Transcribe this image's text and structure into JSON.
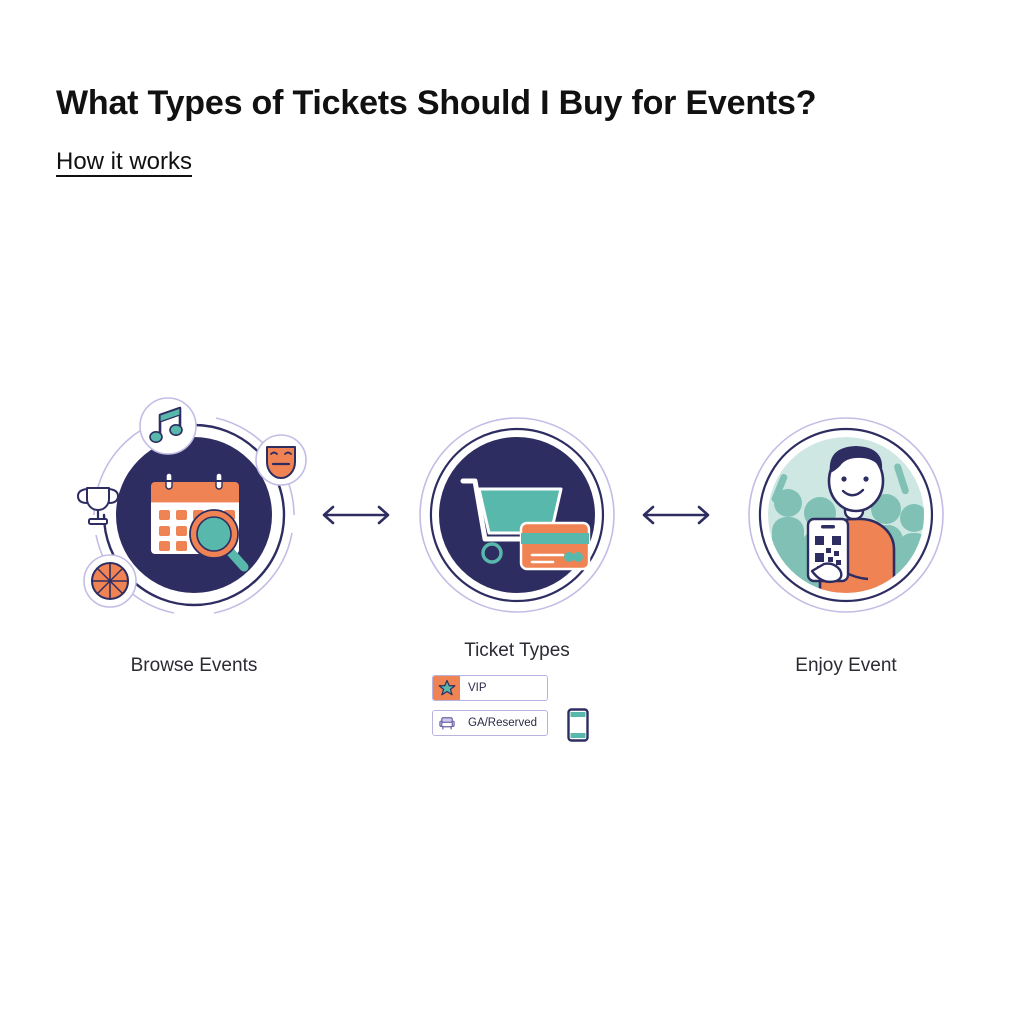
{
  "header": {
    "title": "What Types of Tickets Should I Buy for Events?",
    "subtitle": "How it works"
  },
  "theme": {
    "background": "#ffffff",
    "navy": "#2e2d62",
    "navy_dark": "#262552",
    "orange": "#ef8354",
    "teal": "#58b8ab",
    "teal_light": "#7fc9bd",
    "mint_bg": "#cfe7e2",
    "lavender": "#b9b3e0",
    "text": "#2b2b33"
  },
  "steps": [
    {
      "id": "browse-events",
      "label": "Browse Events",
      "main_icon": "calendar-search-icon",
      "satellites": [
        {
          "name": "music-note-icon",
          "label": "music"
        },
        {
          "name": "theater-mask-icon",
          "label": "theater"
        },
        {
          "name": "trophy-icon",
          "label": "sports trophy"
        },
        {
          "name": "basketball-icon",
          "label": "basketball"
        }
      ]
    },
    {
      "id": "ticket-types",
      "label": "Ticket Types",
      "main_icon": "cart-credit-card-icon",
      "ticket_types": [
        {
          "name": "vip",
          "label": "VIP",
          "icon": "star-icon",
          "icon_bg": "#ef8354"
        },
        {
          "name": "ga-reserved",
          "label": "GA/Reserved",
          "icon": "armchair-icon",
          "icon_bg": "#ffffff"
        }
      ],
      "extra_icon": "mobile-ticket-icon"
    },
    {
      "id": "enjoy-event",
      "label": "Enjoy Event",
      "main_icon": "person-qr-phone-icon"
    }
  ],
  "connectors": [
    {
      "name": "arrow-browse-to-tickets",
      "type": "double-arrow"
    },
    {
      "name": "arrow-tickets-to-enjoy",
      "type": "double-arrow"
    }
  ]
}
